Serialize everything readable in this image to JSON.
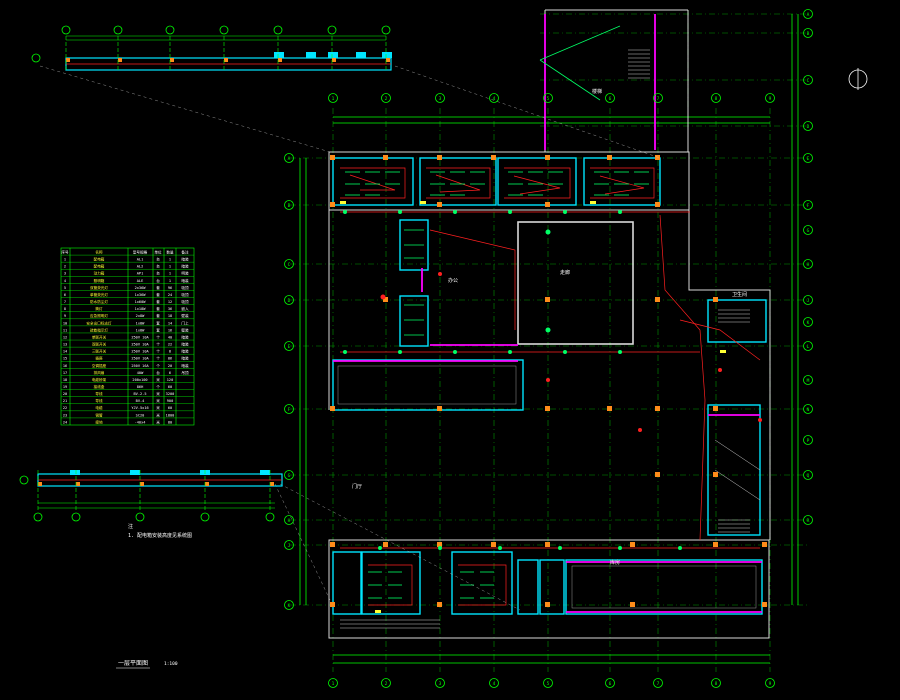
{
  "drawing": {
    "title": "一层平面图",
    "scale": "1:100",
    "colors": {
      "background": "#000000",
      "axis": "#00ff00",
      "wall": "#00e5ff",
      "structure": "#ffffff",
      "partition": "#ff00ff",
      "power": "#ff2020",
      "equipment": "#ff8c1a",
      "device": "#ffff33",
      "dim": "#808080"
    }
  },
  "axes": {
    "top": [
      "1",
      "2",
      "3",
      "4",
      "5",
      "6",
      "7",
      "8",
      "9"
    ],
    "right": [
      "A",
      "B",
      "C",
      "D",
      "E",
      "F",
      "G",
      "H",
      "J",
      "K",
      "L",
      "M",
      "N",
      "P",
      "Q",
      "R"
    ],
    "left": [
      "A",
      "B",
      "C",
      "D",
      "E",
      "F",
      "G",
      "H",
      "J",
      "K"
    ]
  },
  "rooms": {
    "hall": "门厅",
    "stair": "楼梯",
    "office": "办公",
    "corridor": "走廊",
    "storage": "库房",
    "wc": "卫生间"
  },
  "note": {
    "title": "注",
    "line": "1. 配电箱安装高度见系统图"
  },
  "legend": {
    "headers": [
      "序号",
      "名称",
      "型号规格",
      "单位",
      "数量",
      "备注"
    ],
    "rows": [
      [
        "1",
        "配电箱",
        "AL1",
        "台",
        "1",
        "暗装"
      ],
      [
        "2",
        "配电箱",
        "AL2",
        "台",
        "1",
        "暗装"
      ],
      [
        "3",
        "动力箱",
        "AP1",
        "台",
        "1",
        "明装"
      ],
      [
        "4",
        "照明箱",
        "ALE",
        "台",
        "1",
        "暗装"
      ],
      [
        "5",
        "双管荧光灯",
        "2x36W",
        "套",
        "96",
        "吸顶"
      ],
      [
        "6",
        "单管荧光灯",
        "1x36W",
        "套",
        "24",
        "吸顶"
      ],
      [
        "7",
        "防水防尘灯",
        "1x60W",
        "套",
        "12",
        "吸顶"
      ],
      [
        "8",
        "筒灯",
        "1x18W",
        "套",
        "36",
        "嵌入"
      ],
      [
        "9",
        "应急照明灯",
        "2x8W",
        "套",
        "18",
        "壁装"
      ],
      [
        "10",
        "安全出口标志灯",
        "1x8W",
        "套",
        "14",
        "门上"
      ],
      [
        "11",
        "疏散指示灯",
        "1x8W",
        "套",
        "16",
        "壁装"
      ],
      [
        "12",
        "单联开关",
        "250V 10A",
        "个",
        "40",
        "暗装"
      ],
      [
        "13",
        "双联开关",
        "250V 10A",
        "个",
        "22",
        "暗装"
      ],
      [
        "14",
        "三联开关",
        "250V 10A",
        "个",
        "8",
        "暗装"
      ],
      [
        "15",
        "插座",
        "250V 10A",
        "个",
        "86",
        "暗装"
      ],
      [
        "16",
        "空调插座",
        "250V 16A",
        "个",
        "20",
        "暗装"
      ],
      [
        "17",
        "排风扇",
        "40W",
        "台",
        "6",
        "吊顶"
      ],
      [
        "18",
        "电缆桥架",
        "200x100",
        "米",
        "120",
        ""
      ],
      [
        "19",
        "接线盒",
        "86H",
        "个",
        "60",
        ""
      ],
      [
        "20",
        "导线",
        "BV-2.5",
        "米",
        "3200",
        ""
      ],
      [
        "21",
        "导线",
        "BV-4",
        "米",
        "900",
        ""
      ],
      [
        "22",
        "电缆",
        "YJV-5x16",
        "米",
        "60",
        ""
      ],
      [
        "23",
        "钢管",
        "SC20",
        "米",
        "1800",
        ""
      ],
      [
        "24",
        "接地",
        "-40x4",
        "米",
        "80",
        ""
      ]
    ]
  }
}
